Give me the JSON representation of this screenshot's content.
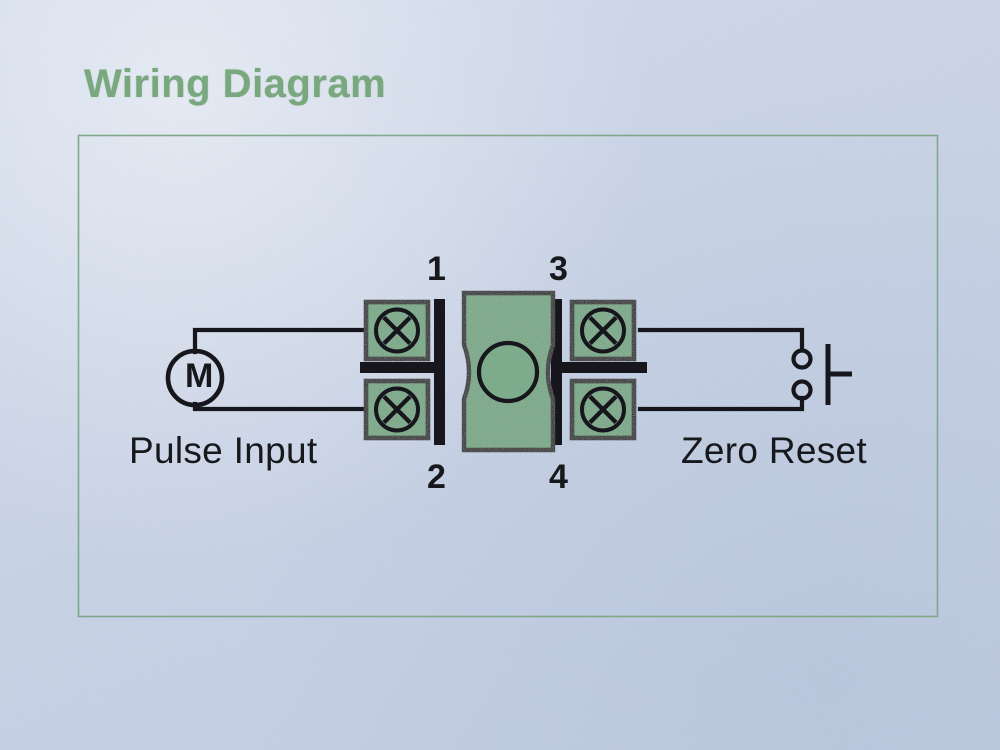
{
  "page": {
    "title": "Wiring Diagram",
    "background_color": "#ccd6e8",
    "accent_green": "#79a87f",
    "component_green": "#74a884",
    "ink_color": "#16181c"
  },
  "frame": {
    "name": "diagram-border",
    "color": "#7fa889"
  },
  "labels": {
    "left_label": "Pulse Input",
    "right_label": "Zero Reset",
    "motor_symbol": "M"
  },
  "terminals": [
    {
      "number": "1",
      "position": "top-left",
      "symbol": "screw-terminal"
    },
    {
      "number": "2",
      "position": "bottom-left",
      "symbol": "screw-terminal"
    },
    {
      "number": "3",
      "position": "top-right",
      "symbol": "screw-terminal"
    },
    {
      "number": "4",
      "position": "bottom-right",
      "symbol": "screw-terminal"
    }
  ],
  "components": {
    "counter_body": {
      "name": "counter-body",
      "has_circle": true
    },
    "pulse_source": {
      "name": "motor-pulse-source",
      "letter": "M"
    },
    "reset_switch": {
      "name": "push-button-switch",
      "contacts": 2
    }
  },
  "chart_data": {
    "type": "diagram",
    "title": "Wiring Diagram",
    "nodes": [
      {
        "id": "M",
        "label": "M",
        "kind": "pulse-source-circle"
      },
      {
        "id": "T1",
        "label": "1",
        "kind": "screw-terminal"
      },
      {
        "id": "T2",
        "label": "2",
        "kind": "screw-terminal"
      },
      {
        "id": "T3",
        "label": "3",
        "kind": "screw-terminal"
      },
      {
        "id": "T4",
        "label": "4",
        "kind": "screw-terminal"
      },
      {
        "id": "SW",
        "label": "Zero Reset",
        "kind": "push-button"
      },
      {
        "id": "BODY",
        "label": "",
        "kind": "counter-body"
      }
    ],
    "edges": [
      {
        "from": "M",
        "to": "T1"
      },
      {
        "from": "M",
        "to": "T2"
      },
      {
        "from": "T3",
        "to": "SW"
      },
      {
        "from": "T4",
        "to": "SW"
      }
    ],
    "groups": [
      {
        "label": "Pulse Input",
        "nodes": [
          "M",
          "T1",
          "T2"
        ]
      },
      {
        "label": "Zero Reset",
        "nodes": [
          "T3",
          "T4",
          "SW"
        ]
      }
    ]
  }
}
